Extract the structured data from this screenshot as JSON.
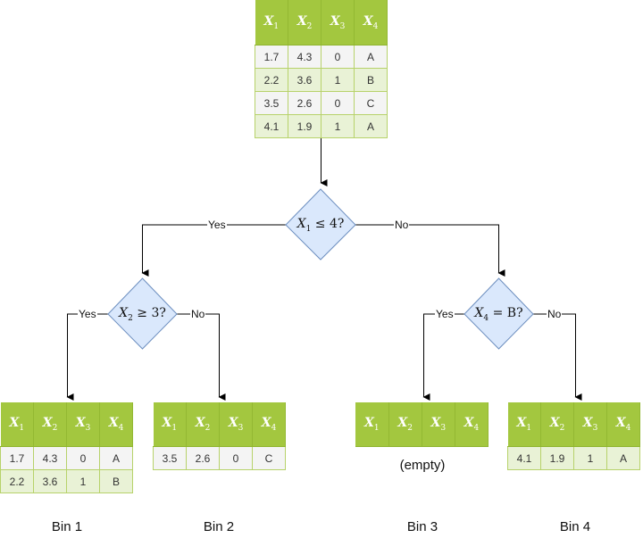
{
  "columns": [
    "X",
    "X",
    "X",
    "X"
  ],
  "column_subscripts": [
    "1",
    "2",
    "3",
    "4"
  ],
  "root": {
    "rows": [
      [
        "1.7",
        "4.3",
        "0",
        "A"
      ],
      [
        "2.2",
        "3.6",
        "1",
        "B"
      ],
      [
        "3.5",
        "2.6",
        "0",
        "C"
      ],
      [
        "4.1",
        "1.9",
        "1",
        "A"
      ]
    ]
  },
  "decisions": {
    "root": {
      "var": "X",
      "sub": "1",
      "op": "≤",
      "value": "4",
      "suffix": "?"
    },
    "left": {
      "var": "X",
      "sub": "2",
      "op": "≥",
      "value": "3",
      "suffix": "?"
    },
    "right": {
      "var": "X",
      "sub": "4",
      "op": "=",
      "value": "B",
      "suffix": "?"
    }
  },
  "edge_labels": {
    "yes": "Yes",
    "no": "No"
  },
  "bins": [
    {
      "label": "Bin 1",
      "rows": [
        [
          "1.7",
          "4.3",
          "0",
          "A"
        ],
        [
          "2.2",
          "3.6",
          "1",
          "B"
        ]
      ]
    },
    {
      "label": "Bin 2",
      "rows": [
        [
          "3.5",
          "2.6",
          "0",
          "C"
        ]
      ]
    },
    {
      "label": "Bin 3",
      "rows": [],
      "empty_text": "(empty)"
    },
    {
      "label": "Bin 4",
      "rows": [
        [
          "4.1",
          "1.9",
          "1",
          "A"
        ]
      ]
    }
  ],
  "colors": {
    "header": "#a3c73f",
    "diamond_fill": "#dae8fc",
    "diamond_stroke": "#6c8ebf"
  }
}
